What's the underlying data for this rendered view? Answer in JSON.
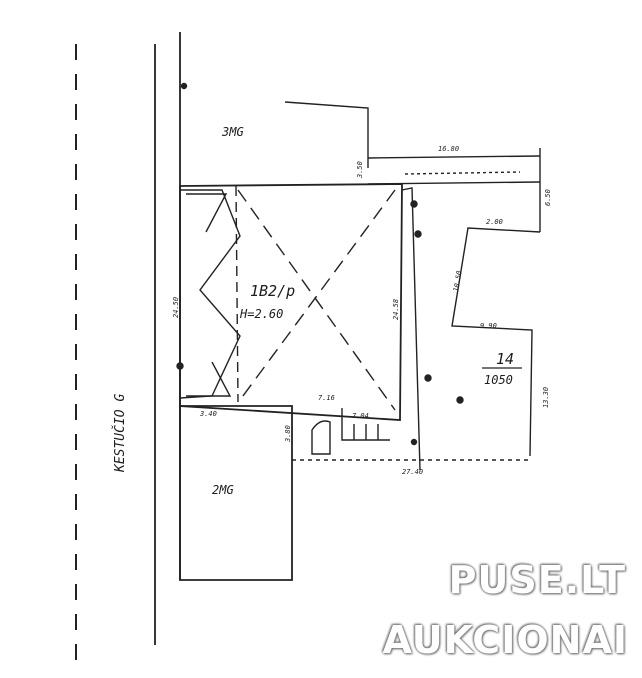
{
  "street": "KESTUČIO G",
  "labels": {
    "outbuilding_north": "3MG",
    "outbuilding_south": "2MG",
    "house_code": "1B2/p",
    "house_height": "H=2.60",
    "plot_number": "14",
    "plot_area": "1050"
  },
  "dimensions": {
    "d_3_50": "3.50",
    "d_16_80": "16.80",
    "d_6_50": "6.50",
    "d_2_00": "2.00",
    "d_10_50": "10.50",
    "d_9_90": "9.90",
    "d_13_30": "13.30",
    "d_24_50": "24.50",
    "d_24_58": "24.58",
    "d_7_16": "7.16",
    "d_7_04": "7.04",
    "d_3_80": "3.80",
    "d_27_40": "27.40",
    "d_3_40": "3.40"
  },
  "watermark": {
    "line1": "PUSE.LT",
    "line2": "AUKCIONAI"
  }
}
